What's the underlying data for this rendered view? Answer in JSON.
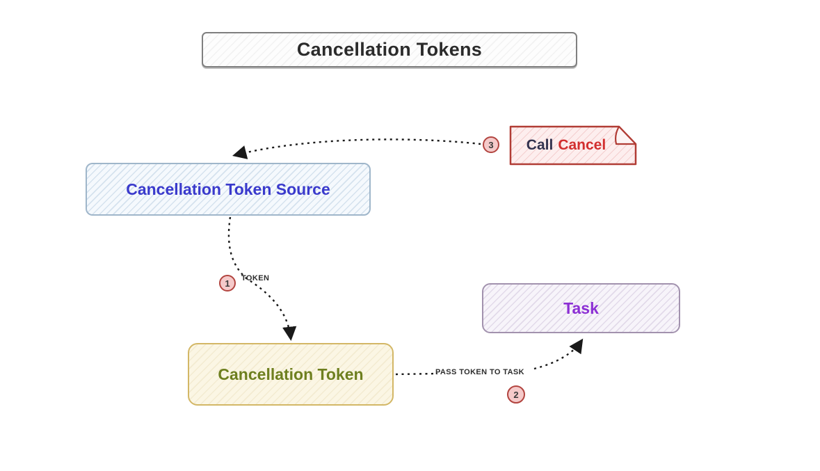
{
  "title": {
    "label": "Cancellation Tokens"
  },
  "nodes": {
    "source": {
      "label": "Cancellation Token Source",
      "text_color": "#3a3acc",
      "border_color": "#9fb6ca",
      "fill": "#f5f9fd"
    },
    "token": {
      "label": "Cancellation Token",
      "text_color": "#6e7f1f",
      "border_color": "#d3b766",
      "fill": "#fbf6e4"
    },
    "task": {
      "label": "Task",
      "text_color": "#8c2fd4",
      "border_color": "#a292ae",
      "fill": "#f7f4fa"
    },
    "call_cancel": {
      "label_call": "Call",
      "label_cancel": "Cancel",
      "call_color": "#33334f",
      "cancel_color": "#d22f2f",
      "border_color": "#b13c35",
      "fill": "#fdeeee"
    }
  },
  "edges": {
    "cancel_to_source": {
      "badge": "3",
      "style": "dashed"
    },
    "source_to_token": {
      "badge": "1",
      "label": "TOKEN",
      "style": "dashed"
    },
    "token_to_task": {
      "badge": "2",
      "label": "PASS TOKEN TO TASK",
      "style": "dashed"
    }
  },
  "badge_style": {
    "fill": "#f5caca",
    "border": "#b2443f",
    "text": "#3a3a3a"
  },
  "arrow_color": "#1a1a1a"
}
